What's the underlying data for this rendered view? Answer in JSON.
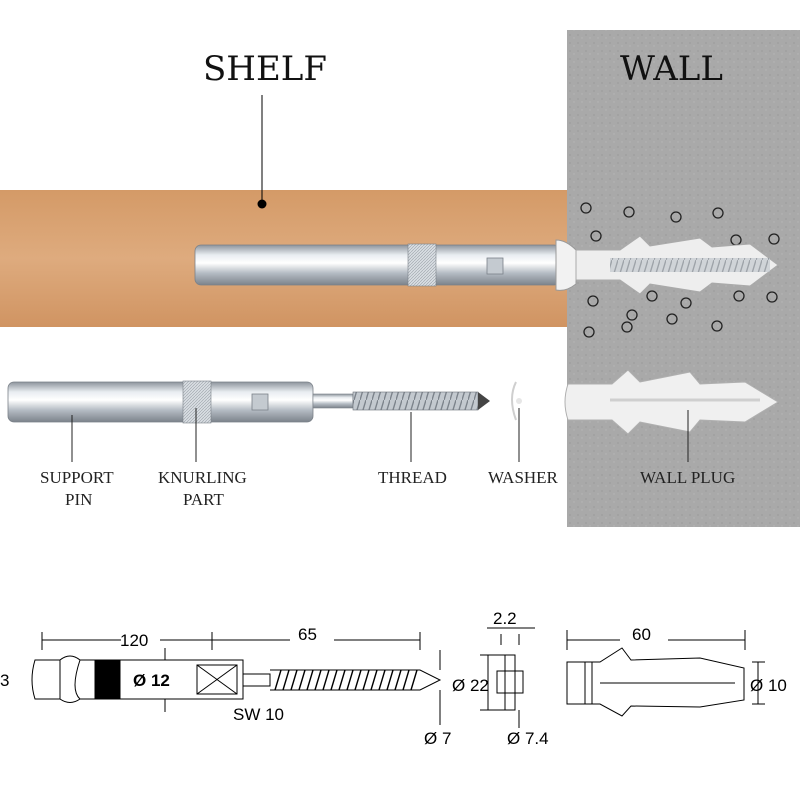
{
  "labels": {
    "shelf": "SHELF",
    "wall": "WALL",
    "support_pin": [
      "SUPPORT",
      "PIN"
    ],
    "knurling_part": [
      "KNURLING",
      "PART"
    ],
    "thread": "THREAD",
    "washer": "WASHER",
    "wall_plug": "WALL PLUG"
  },
  "dimensions": {
    "pin_length": "120",
    "thread_length": "65",
    "pin_diameter": "Ø 12",
    "left_cut": "3",
    "wrench_size": "SW 10",
    "thread_diameter": "Ø 7",
    "washer_thickness": "2.2",
    "washer_outer": "Ø 22",
    "washer_inner": "Ø 7.4",
    "plug_length": "60",
    "plug_diameter": "Ø 10"
  },
  "colors": {
    "shelf_wood": "#d9a070",
    "wall_concrete": "#aaaaaa",
    "metal": "#c9cfd6",
    "plug": "#eeeeee"
  }
}
